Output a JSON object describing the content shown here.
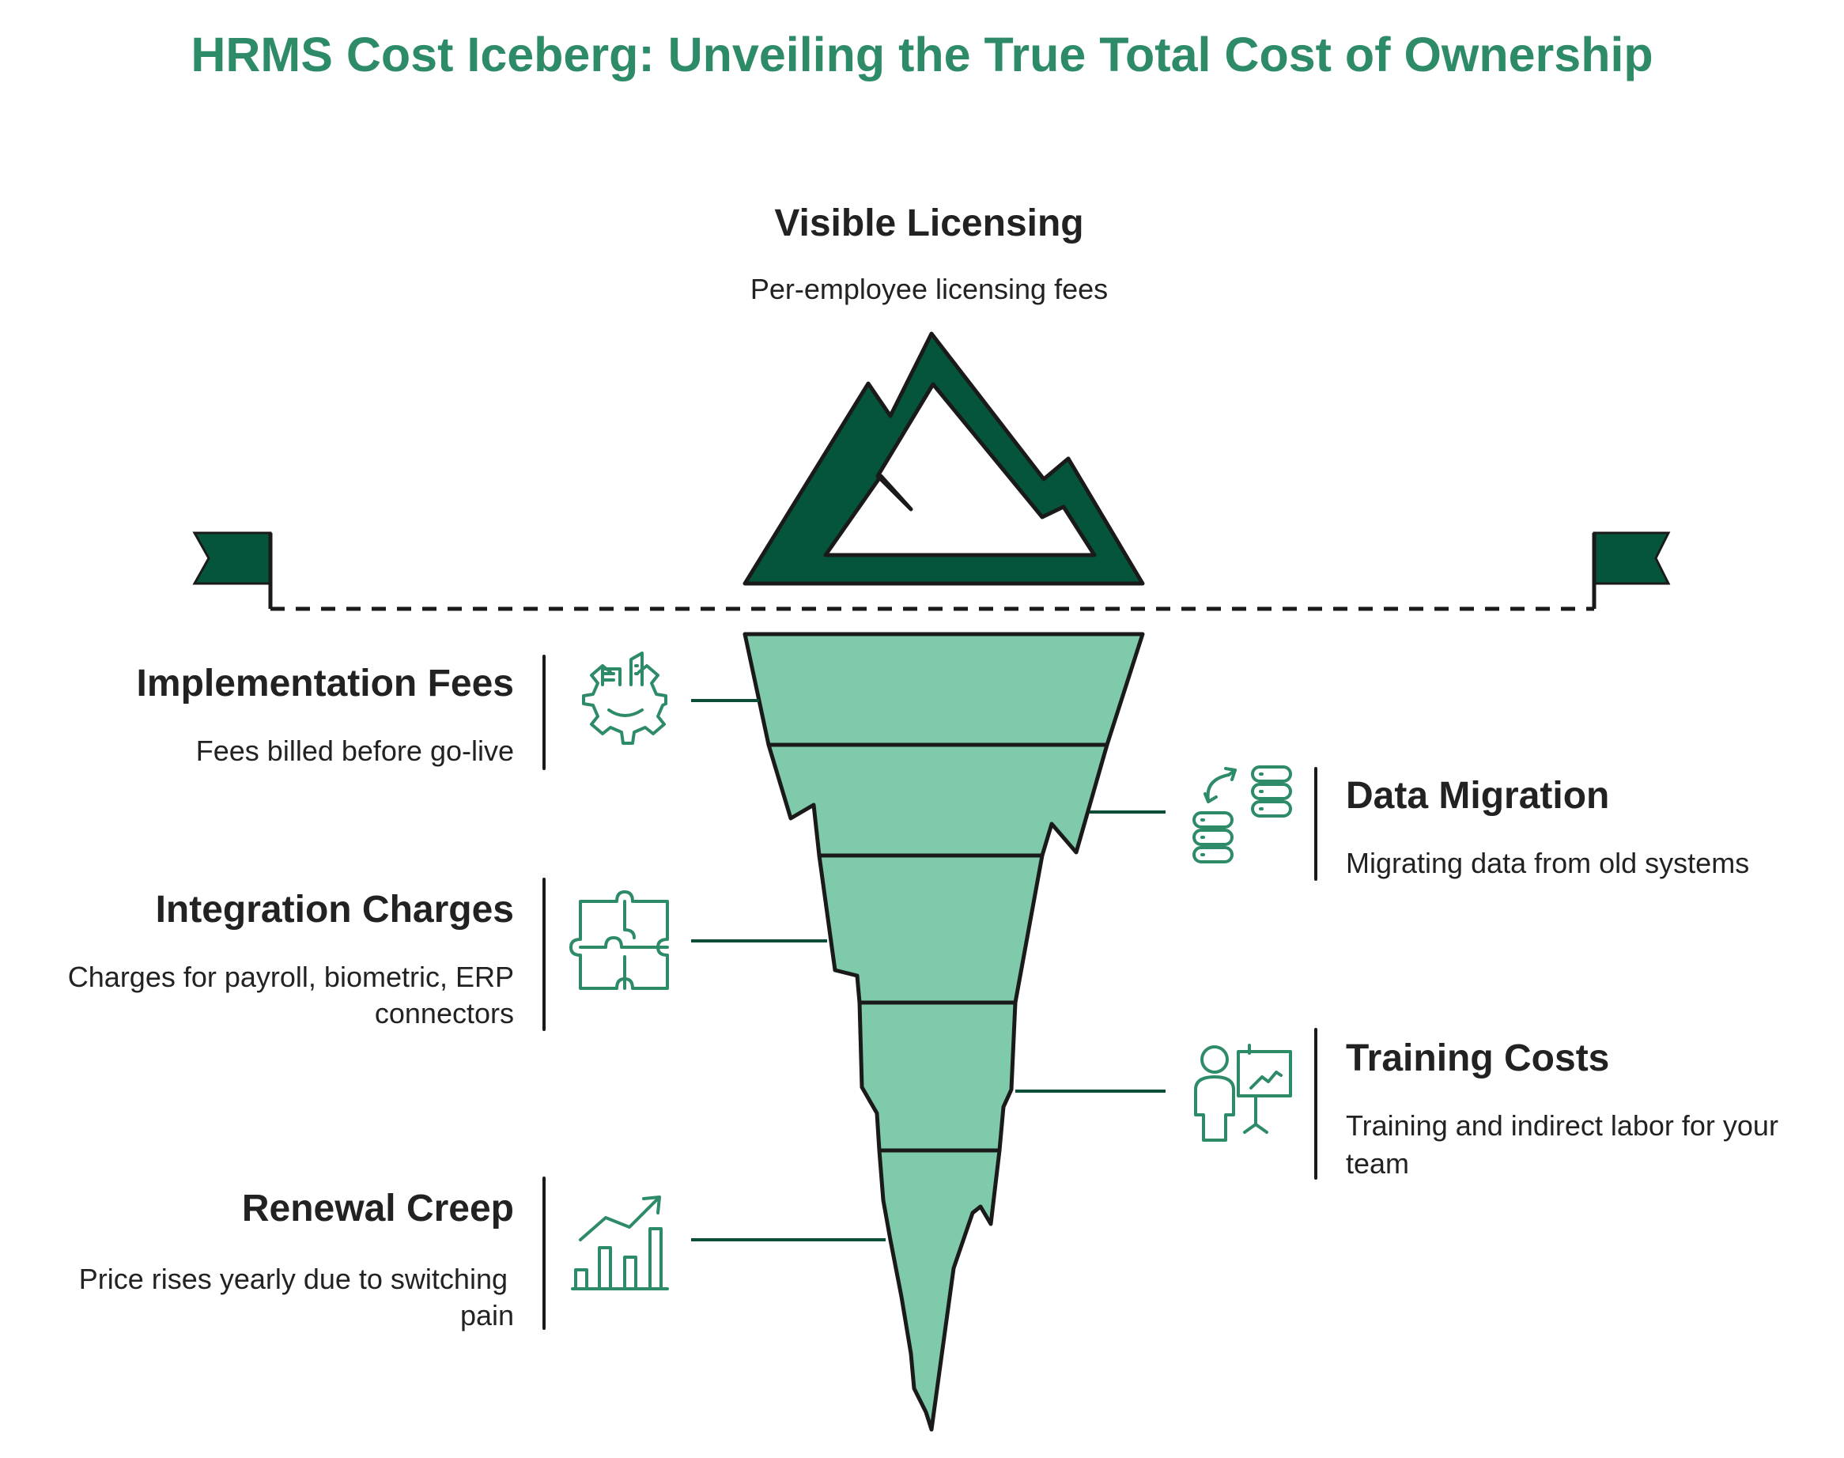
{
  "title": "HRMS Cost Iceberg: Unveiling the True Total Cost of Ownership",
  "colors": {
    "title": "#2e8b67",
    "dark_green": "#04553b",
    "light_green": "#7ecaaa",
    "icon_green": "#2e8b67",
    "text": "#222222"
  },
  "visible": {
    "heading": "Visible Licensing",
    "description": "Per-employee licensing fees"
  },
  "hidden": [
    {
      "heading": "Implementation Fees",
      "description": [
        "Fees billed before go-live"
      ],
      "icon": "gear-building-icon",
      "side": "left"
    },
    {
      "heading": "Data Migration",
      "description": [
        "Migrating data from old systems"
      ],
      "icon": "database-transfer-icon",
      "side": "right"
    },
    {
      "heading": "Integration Charges",
      "description": [
        "Charges for payroll, biometric, ERP",
        "connectors"
      ],
      "icon": "puzzle-icon",
      "side": "left"
    },
    {
      "heading": "Training Costs",
      "description": [
        "Training and indirect labor for your",
        "team"
      ],
      "icon": "presentation-icon",
      "side": "right"
    },
    {
      "heading": "Renewal Creep",
      "description": [
        "Price rises yearly due to switching",
        "pain"
      ],
      "icon": "rising-chart-icon",
      "side": "left"
    }
  ]
}
